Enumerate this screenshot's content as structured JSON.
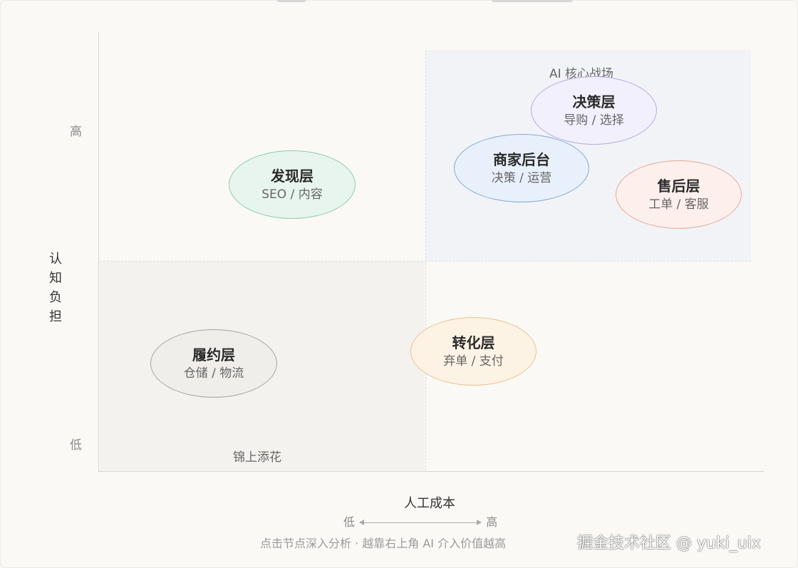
{
  "y_axis": {
    "title": "认知负担",
    "high_label": "高",
    "low_label": "低"
  },
  "x_axis": {
    "title": "人工成本",
    "low_label": "低",
    "high_label": "高"
  },
  "zones": {
    "core": {
      "label": "AI 核心战场",
      "color": "#f2f3f7"
    },
    "low": {
      "label": "锦上添花",
      "color": "#f3f2ef"
    }
  },
  "nodes": {
    "decision": {
      "title": "决策层",
      "subtitle": "导购 / 选择",
      "fill": "#f3f0fd",
      "border": "#b3a9e3"
    },
    "merchant": {
      "title": "商家后台",
      "subtitle": "决策 / 运营",
      "fill": "#e8f1fb",
      "border": "#7fa9d9"
    },
    "aftersale": {
      "title": "售后层",
      "subtitle": "工单 / 客服",
      "fill": "#fdf0ec",
      "border": "#e6a894"
    },
    "discovery": {
      "title": "发现层",
      "subtitle": "SEO / 内容",
      "fill": "#e8f5ee",
      "border": "#8ccca9"
    },
    "fulfillment": {
      "title": "履约层",
      "subtitle": "仓储 / 物流",
      "fill": "#efeeea",
      "border": "#a9a69d"
    },
    "conversion": {
      "title": "转化层",
      "subtitle": "弃单 / 支付",
      "fill": "#fdf3e4",
      "border": "#e8c38e"
    }
  },
  "hint": "点击节点深入分析 · 越靠右上角 AI 介入价值越高",
  "watermark": "掘金技术社区 @ yuki_uix"
}
